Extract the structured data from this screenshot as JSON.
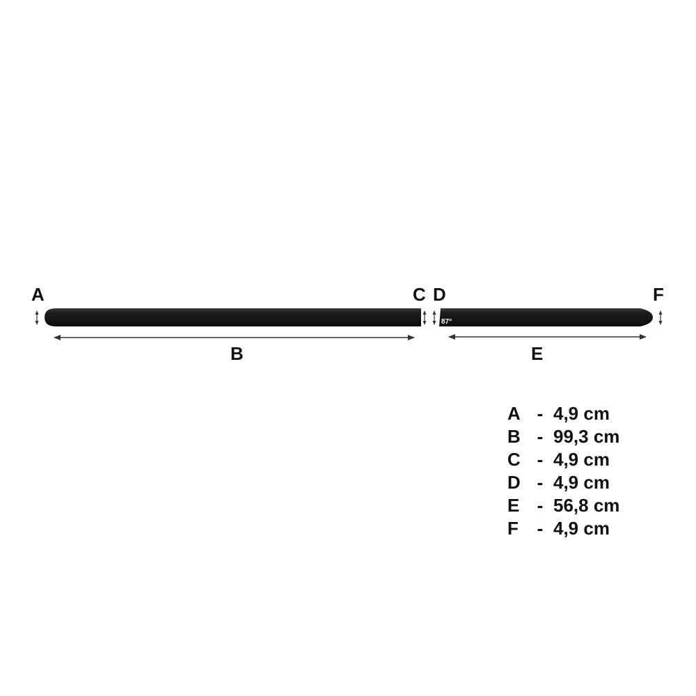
{
  "labels": {
    "a": "A",
    "b": "B",
    "c": "C",
    "d": "D",
    "e": "E",
    "f": "F"
  },
  "angle": "87°",
  "legend": [
    {
      "letter": "A",
      "sep": "-",
      "value": "4,9 cm"
    },
    {
      "letter": "B",
      "sep": "-",
      "value": "99,3 cm"
    },
    {
      "letter": "C",
      "sep": "-",
      "value": "4,9 cm"
    },
    {
      "letter": "D",
      "sep": "-",
      "value": "4,9 cm"
    },
    {
      "letter": "E",
      "sep": "-",
      "value": "56,8 cm"
    },
    {
      "letter": "F",
      "sep": "-",
      "value": "4,9 cm"
    }
  ],
  "colors": {
    "strip": "#1a1a1a",
    "arrow": "#333333",
    "text": "#111111"
  }
}
